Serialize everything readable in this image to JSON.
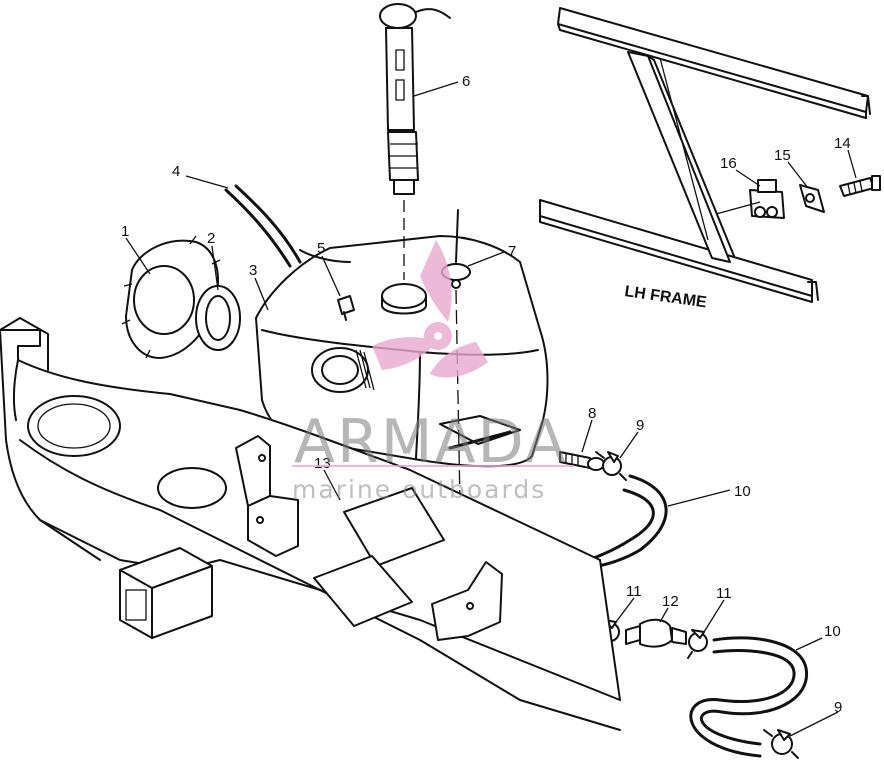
{
  "diagram": {
    "callouts": [
      {
        "id": "c1",
        "text": "1"
      },
      {
        "id": "c2",
        "text": "2"
      },
      {
        "id": "c3",
        "text": "3"
      },
      {
        "id": "c4",
        "text": "4"
      },
      {
        "id": "c5",
        "text": "5"
      },
      {
        "id": "c6",
        "text": "6"
      },
      {
        "id": "c7",
        "text": "7"
      },
      {
        "id": "c8",
        "text": "8"
      },
      {
        "id": "c9a",
        "text": "9"
      },
      {
        "id": "c9b",
        "text": "9"
      },
      {
        "id": "c10a",
        "text": "10"
      },
      {
        "id": "c10b",
        "text": "10"
      },
      {
        "id": "c11a",
        "text": "11"
      },
      {
        "id": "c11b",
        "text": "11"
      },
      {
        "id": "c12",
        "text": "12"
      },
      {
        "id": "c13",
        "text": "13"
      },
      {
        "id": "c14",
        "text": "14"
      },
      {
        "id": "c15",
        "text": "15"
      },
      {
        "id": "c16",
        "text": "16"
      }
    ],
    "frame_label": "LH FRAME"
  },
  "watermark": {
    "brand": "ARMADA",
    "tagline": "marine outboards",
    "color": "#e8a9cf"
  }
}
